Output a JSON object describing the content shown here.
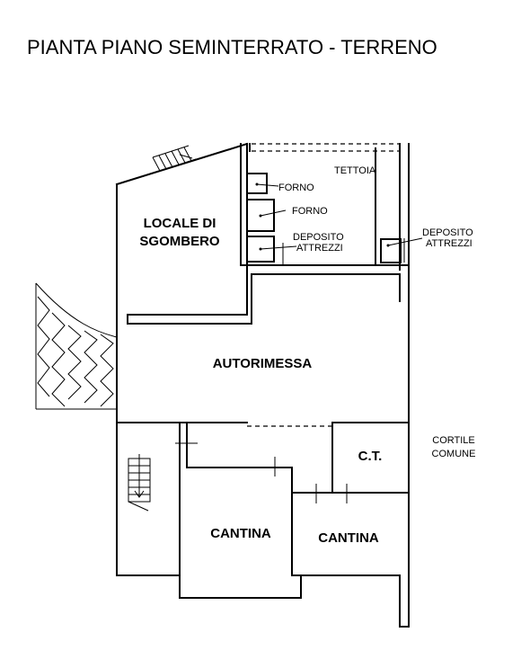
{
  "title": "PIANTA PIANO SEMINTERRATO - TERRENO",
  "rooms": {
    "locale_line1": "LOCALE DI",
    "locale_line2": "SGOMBERO",
    "autorimessa": "AUTORIMESSA",
    "ct": "C.T.",
    "cantina_left": "CANTINA",
    "cantina_right": "CANTINA"
  },
  "labels": {
    "tettoia": "TETTOIA",
    "forno_1": "FORNO",
    "forno_2": "FORNO",
    "deposito_1_line1": "DEPOSITO",
    "deposito_1_line2": "ATTREZZI",
    "deposito_2_line1": "DEPOSITO",
    "deposito_2_line2": "ATTREZZI",
    "cortile_line1": "CORTILE",
    "cortile_line2": "COMUNE"
  }
}
